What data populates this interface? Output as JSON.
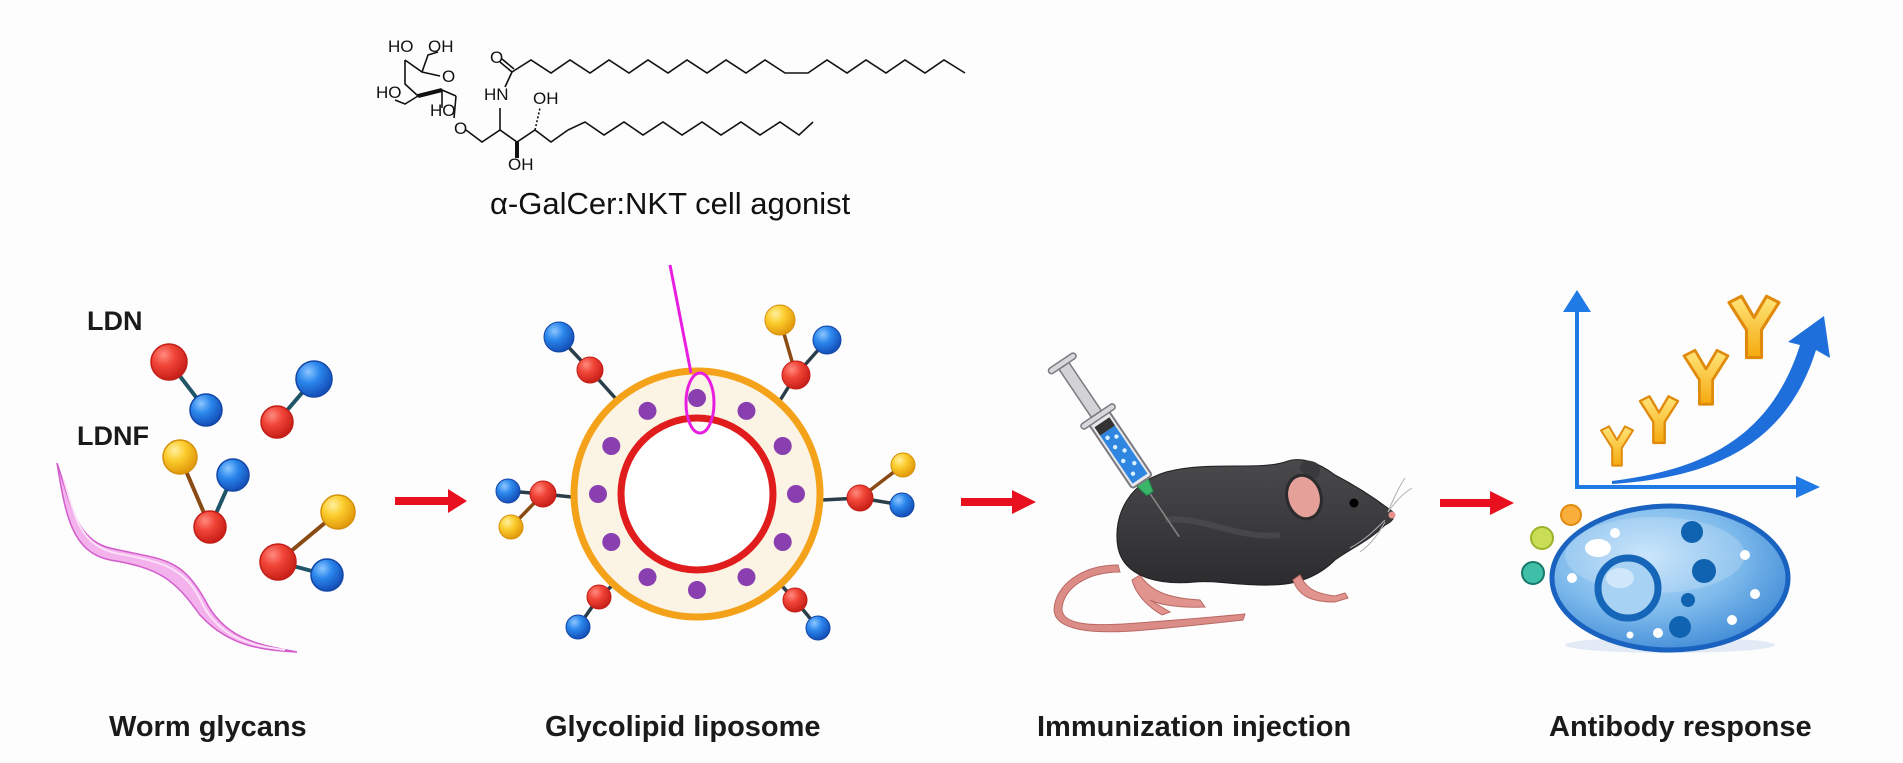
{
  "figure": {
    "compound": {
      "caption": "α-GalCer:NKT cell agonist",
      "atom_labels": {
        "ho_top": "HO",
        "oh_top": "OH",
        "ring_o": "O",
        "ho_left": "HO",
        "ho_lower": "HO",
        "glycosidic_o": "O",
        "carbonyl_o": "O",
        "hn": "HN",
        "oh_chain": "OH",
        "oh_bottom": "OH"
      }
    },
    "glycans": {
      "ldn_label": "LDN",
      "ldnf_label": "LDNF"
    },
    "steps": [
      {
        "label": "Worm glycans"
      },
      {
        "label": "Glycolipid liposome"
      },
      {
        "label": "Immunization injection"
      },
      {
        "label": "Antibody response"
      }
    ],
    "colors": {
      "arrow": "#e8101e",
      "glycan_red": "#e83a32",
      "glycan_blue": "#1f78e0",
      "glycan_yellow": "#f5c21b",
      "liposome_outer": "#f5a21b",
      "liposome_inner": "#e01c1c",
      "liposome_fill": "#fbf3e3",
      "lipid_dot": "#8a3fb0",
      "highlight": "#e81ee0",
      "worm": "#f0a8e8",
      "mouse": "#3d3d3f",
      "mouse_pink": "#d88a84",
      "axis_blue": "#1f7ae6",
      "antibody": "#f7b51d",
      "cell_blue": "#4a9be0"
    }
  }
}
